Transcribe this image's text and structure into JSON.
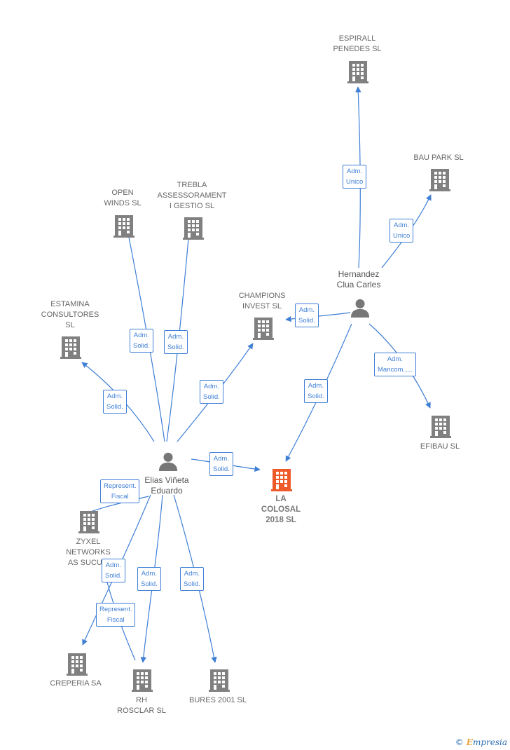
{
  "companies": {
    "espirall": [
      "ESPIRALL",
      "PENEDES  SL"
    ],
    "bau_park": [
      "BAU PARK SL"
    ],
    "open_winds": [
      "OPEN",
      "WINDS SL"
    ],
    "trebla": [
      "TREBLA",
      "ASSESSORAMENT",
      "I GESTIO SL"
    ],
    "champions": [
      "CHAMPIONS",
      "INVEST  SL"
    ],
    "estamina": [
      "ESTAMINA",
      "CONSULTORES",
      "SL"
    ],
    "efibau": [
      "EFIBAU  SL"
    ],
    "la_colosal": [
      "LA",
      "COLOSAL",
      "2018  SL"
    ],
    "zyxel": [
      "ZYXEL",
      "NETWORKS",
      "AS SUCU..."
    ],
    "creperia": [
      "CREPERIA SA"
    ],
    "rh_roscar": [
      "RH",
      "ROSCLAR SL"
    ],
    "bures": [
      "BURES 2001 SL"
    ]
  },
  "persons": {
    "hernandez": [
      "Hernandez",
      "Clua Carles"
    ],
    "elias": [
      "Elias Viñeta",
      "Eduardo"
    ]
  },
  "relations": {
    "r_espirall": [
      "Adm.",
      "Unico"
    ],
    "r_baupark": [
      "Adm.",
      "Unico"
    ],
    "r_champions_h": [
      "Adm.",
      "Solid."
    ],
    "r_efibau": [
      "Adm.",
      "Mancom.,..."
    ],
    "r_colosal_h": [
      "Adm.",
      "Solid."
    ],
    "r_openwinds": [
      "Adm.",
      "Solid."
    ],
    "r_trebla": [
      "Adm.",
      "Solid."
    ],
    "r_estamina": [
      "Adm.",
      "Solid."
    ],
    "r_champions_e": [
      "Adm.",
      "Solid."
    ],
    "r_colosal_e": [
      "Adm.",
      "Solid."
    ],
    "r_zyxel": [
      "Represent.",
      "Fiscal"
    ],
    "r_creperia_adm": [
      "Adm.",
      "Solid."
    ],
    "r_creperia_rep": [
      "Represent.",
      "Fiscal"
    ],
    "r_rh": [
      "Adm.",
      "Solid."
    ],
    "r_bures": [
      "Adm.",
      "Solid."
    ]
  },
  "footer": {
    "copyright": "©",
    "brand_initial": "E",
    "brand_rest": "mpresia"
  },
  "colors": {
    "edge": "#3f7fd6",
    "building": "#808080",
    "focus_building": "#ee5a2a",
    "person": "#777777"
  }
}
